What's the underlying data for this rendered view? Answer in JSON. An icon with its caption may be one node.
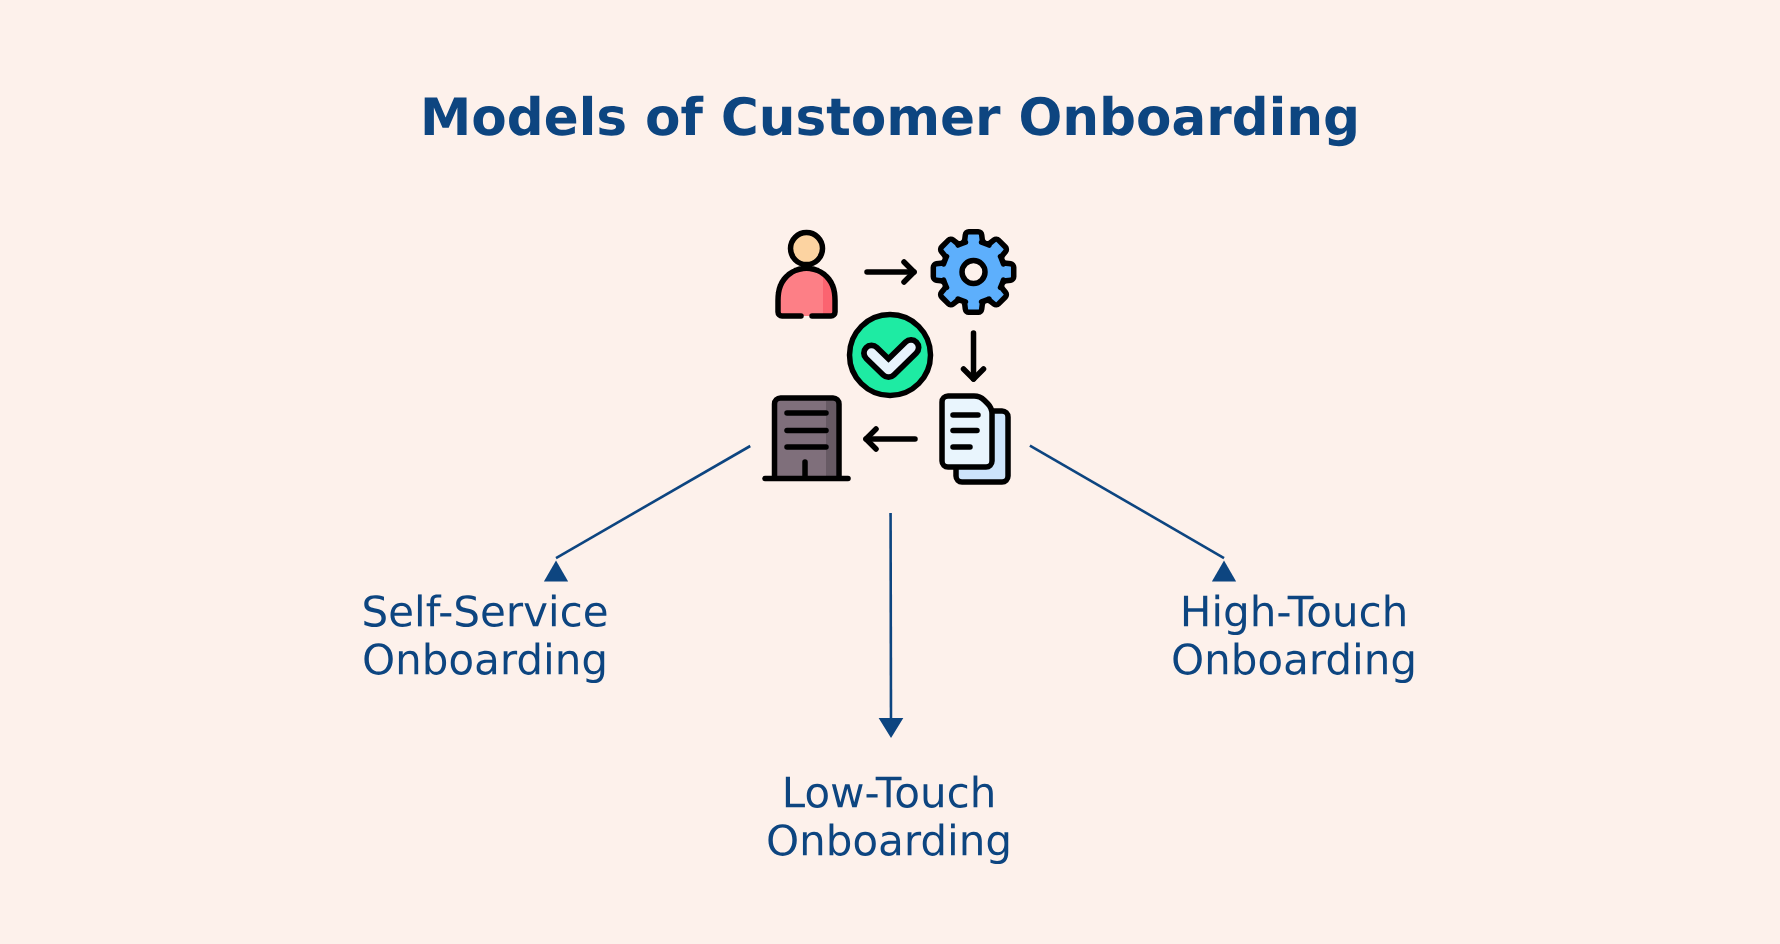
{
  "diagram": {
    "title": "Models of Customer Onboarding",
    "nodes": [
      {
        "text": [],
        "shape": "picture"
      },
      {
        "text": [
          "Self-Service Onboarding"
        ]
      },
      {
        "text": [
          "Low-Touch Onboarding"
        ]
      },
      {
        "text": [
          "High-Touch Onboarding"
        ]
      }
    ],
    "edges": [
      {
        "from": 0,
        "to": 1,
        "arrow": "to"
      },
      {
        "from": 0,
        "to": 2,
        "arrow": "to"
      },
      {
        "from": 0,
        "to": 3,
        "arrow": "to"
      }
    ]
  }
}
